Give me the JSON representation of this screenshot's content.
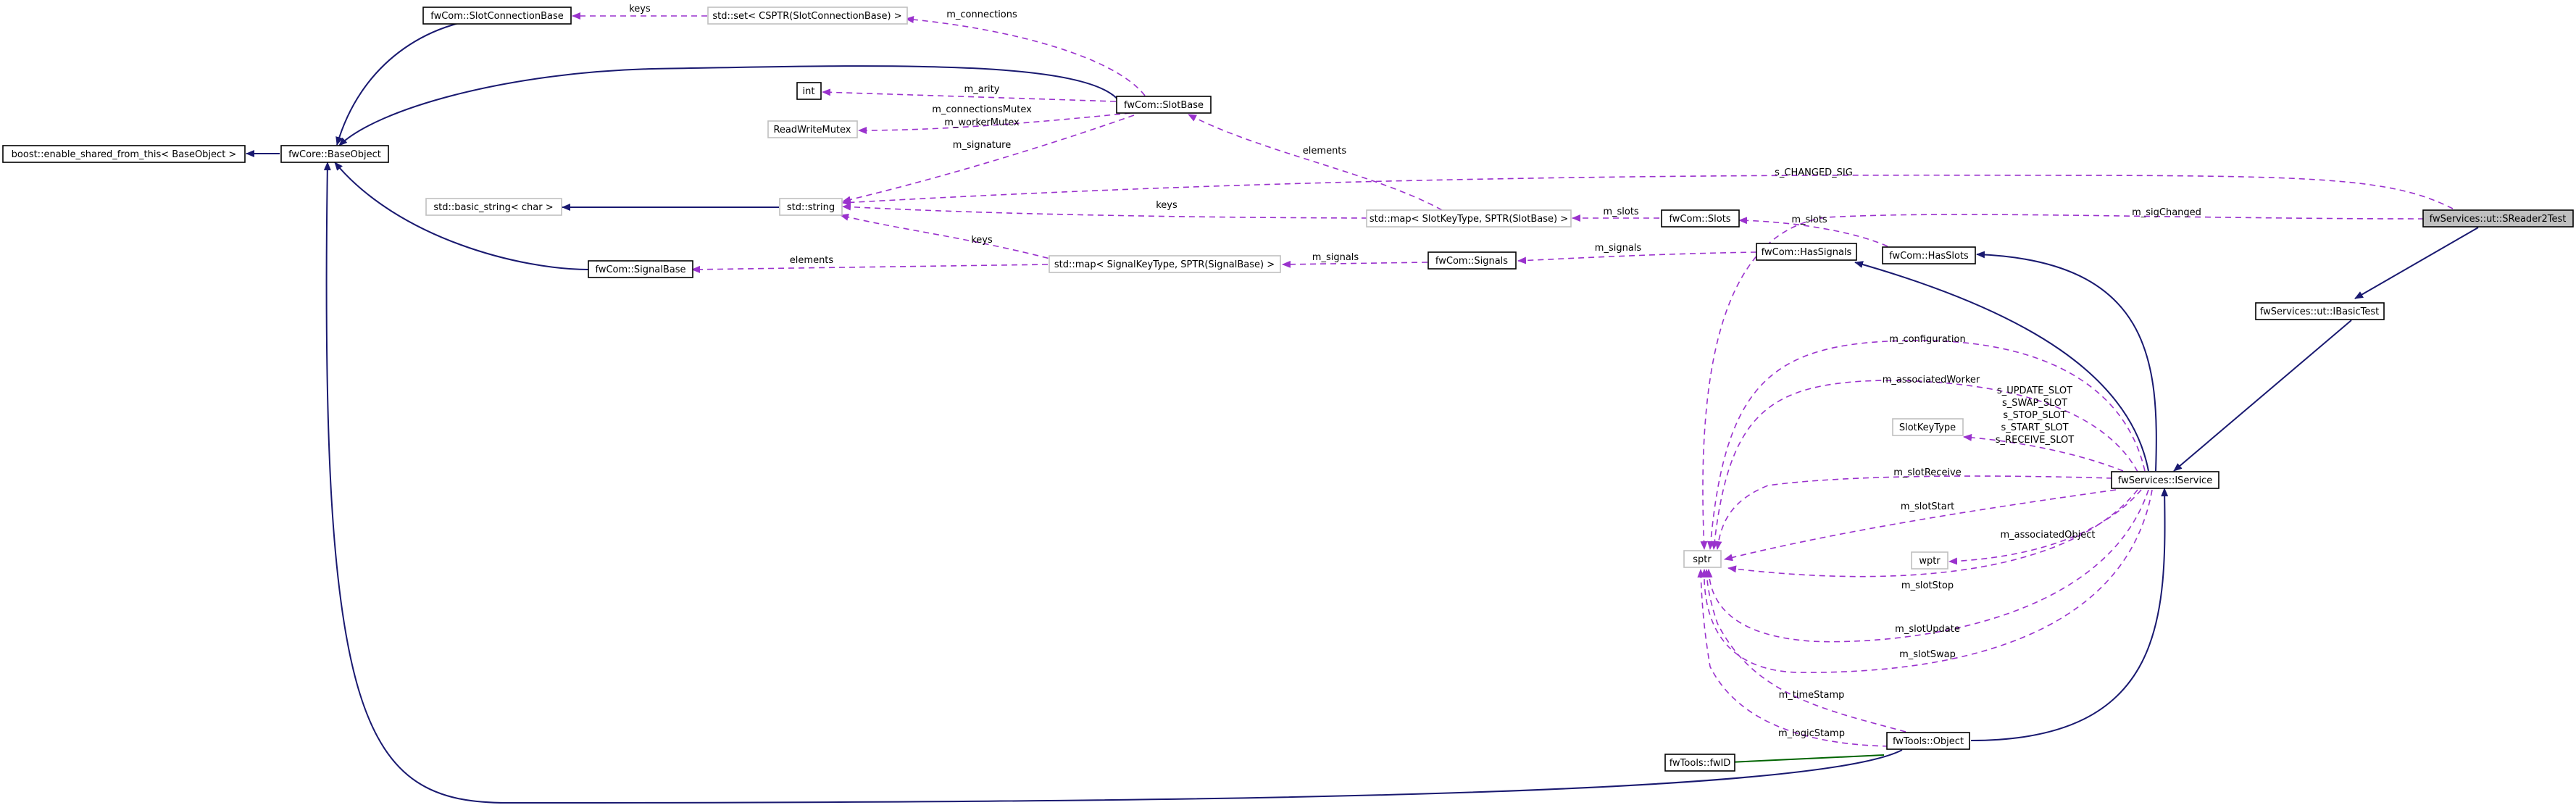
{
  "nodes": {
    "enable_shared": "boost::enable_shared_from_this< BaseObject >",
    "base_object": "fwCore::BaseObject",
    "slot_connection_base": "fwCom::SlotConnectionBase",
    "set_cstptr": "std::set< CSPTR(SlotConnectionBase) >",
    "int": "int",
    "readwrite_mutex": "ReadWriteMutex",
    "slot_base": "fwCom::SlotBase",
    "basic_string": "std::basic_string< char >",
    "std_string": "std::string",
    "map_slots": "std::map< SlotKeyType, SPTR(SlotBase) >",
    "fwcom_slots": "fwCom::Slots",
    "signal_base": "fwCom::SignalBase",
    "map_signals": "std::map< SignalKeyType, SPTR(SignalBase) >",
    "fwcom_signals": "fwCom::Signals",
    "has_signals": "fwCom::HasSignals",
    "has_slots": "fwCom::HasSlots",
    "sreader2test": "fwServices::ut::SReader2Test",
    "ibasictest": "fwServices::ut::IBasicTest",
    "slot_key_type": "SlotKeyType",
    "iservice": "fwServices::IService",
    "sptr": "sptr",
    "wptr": "wptr",
    "fwtools_fwid": "fwTools::fwID",
    "fwtools_object": "fwTools::Object"
  },
  "labels": {
    "keys_top": "keys",
    "m_connections": "m_connections",
    "m_arity": "m_arity",
    "m_connectionsMutex": "m_connectionsMutex",
    "m_workerMutex": "m_workerMutex",
    "m_signature": "m_signature",
    "elements_slots": "elements",
    "s_changed_sig": "s_CHANGED_SIG",
    "m_sigChanged": "m_sigChanged",
    "keys_mid": "keys",
    "m_slots_map": "m_slots",
    "m_slots": "m_slots",
    "keys_low": "keys",
    "elements_signals": "elements",
    "m_signals_map": "m_signals",
    "m_signals": "m_signals",
    "m_configuration": "m_configuration",
    "m_associatedWorker": "m_associatedWorker",
    "s_update_slot": "s_UPDATE_SLOT",
    "s_swap_slot": "s_SWAP_SLOT",
    "s_stop_slot": "s_STOP_SLOT",
    "s_start_slot": "s_START_SLOT",
    "s_receive_slot": "s_RECEIVE_SLOT",
    "m_slotReceive": "m_slotReceive",
    "m_slotStart": "m_slotStart",
    "m_associatedObject": "m_associatedObject",
    "m_slotStop": "m_slotStop",
    "m_slotUpdate": "m_slotUpdate",
    "m_slotSwap": "m_slotSwap",
    "m_timeStamp": "m_timeStamp",
    "m_logicStamp": "m_logicStamp"
  },
  "colors": {
    "inheritance": "#191970",
    "usage": "#9a32cd",
    "composition": "#006400",
    "highlight": "#bfbfbf"
  }
}
